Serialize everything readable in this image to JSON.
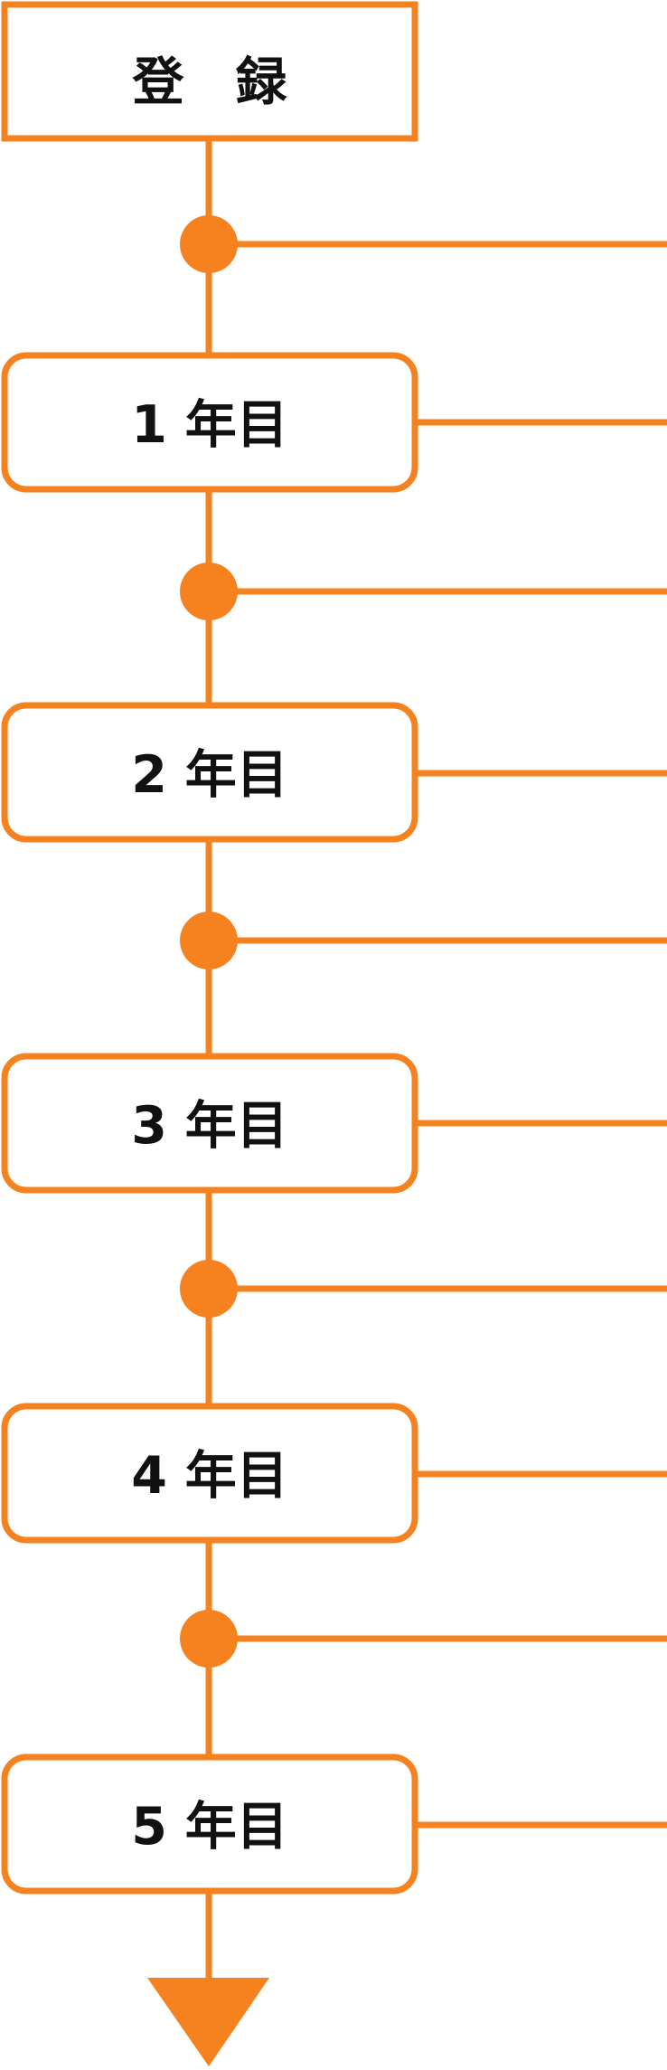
{
  "colors": {
    "accent": "#f5821f",
    "text": "#111111",
    "background": "#ffffff"
  },
  "registration": {
    "label": "登　録"
  },
  "years": [
    {
      "label": "1 年目"
    },
    {
      "label": "2 年目"
    },
    {
      "label": "3 年目"
    },
    {
      "label": "4 年目"
    },
    {
      "label": "5 年目"
    }
  ],
  "end_marker": {
    "icon": "arrow-down-icon"
  }
}
